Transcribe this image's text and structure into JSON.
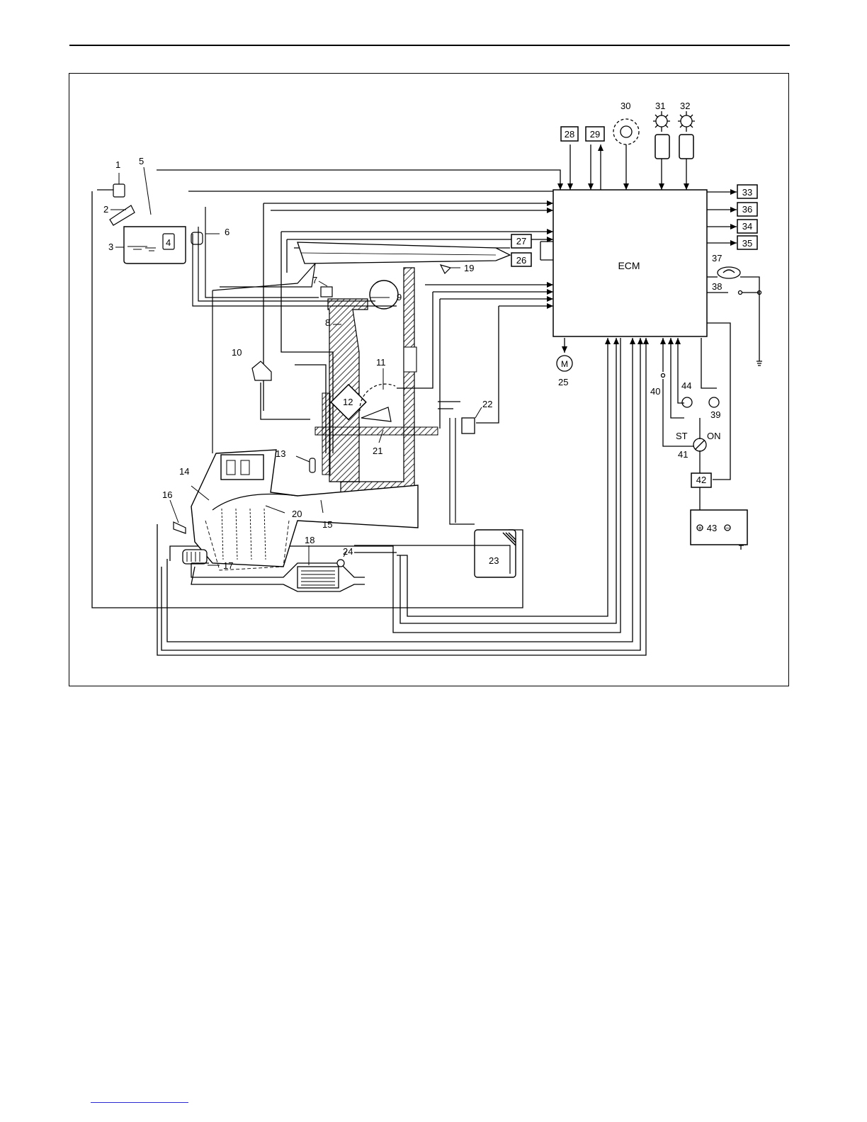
{
  "diagram": {
    "ecm_label": "ECM",
    "callouts": [
      "1",
      "2",
      "3",
      "4",
      "5",
      "6",
      "7",
      "8",
      "9",
      "10",
      "11",
      "12",
      "13",
      "14",
      "15",
      "16",
      "17",
      "18",
      "19",
      "20",
      "21",
      "22",
      "23",
      "24",
      "25",
      "26",
      "27",
      "28",
      "29",
      "30",
      "31",
      "32",
      "33",
      "34",
      "35",
      "36",
      "37",
      "38",
      "39",
      "40",
      "41",
      "42",
      "43",
      "44"
    ],
    "switch_labels": {
      "st": "ST",
      "on": "ON"
    },
    "battery_symbols": {
      "positive": "+",
      "negative": "−"
    },
    "motor_symbol": "M"
  }
}
